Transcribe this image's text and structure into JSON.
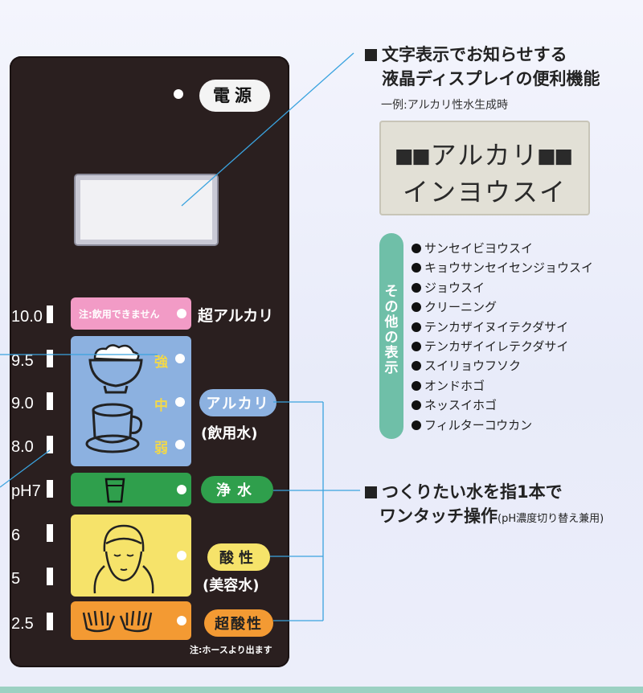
{
  "device": {
    "power_label": "電源",
    "pink_note": "注:飲用できません",
    "hose_note": "注:ホースより出ます",
    "ph_scale": [
      "10.0",
      "9.5",
      "9.0",
      "8.0",
      "pH7",
      "6",
      "5",
      "2.5"
    ],
    "levels": {
      "strong": "強",
      "medium": "中",
      "weak": "弱"
    },
    "modes": {
      "super_alkaline": "超アルカリ",
      "alkaline": "アルカリ",
      "alkaline_sub": "(飲用水)",
      "purified": "浄水",
      "acidic": "酸性",
      "acidic_sub": "(美容水)",
      "super_acidic": "超酸性"
    }
  },
  "callout_lcd": {
    "title_line1": "文字表示でお知らせする",
    "title_line2": "液晶ディスプレイの便利機能",
    "example_caption": "一例:アルカリ性水生成時",
    "lcd_line1": "■■アルカリ■■",
    "lcd_line2": "インヨウスイ",
    "other_tab": "その他の表示",
    "other_items": [
      "サンセイビヨウスイ",
      "キョウサンセイセンジョウスイ",
      "ジョウスイ",
      "クリーニング",
      "テンカザイヌイテクダサイ",
      "テンカザイイレテクダサイ",
      "スイリョウフソク",
      "オンドホゴ",
      "ネッスイホゴ",
      "フィルターコウカン"
    ]
  },
  "callout_operation": {
    "title_line1": "つくりたい水を指1本で",
    "title_line2": "ワンタッチ操作",
    "title_paren": "(pH濃度切り替え兼用)"
  },
  "colors": {
    "panel": "#2a1f1f",
    "pink": "#f29bc6",
    "blue": "#8cb1e0",
    "green": "#2f9f4c",
    "yellow": "#f6e36a",
    "orange": "#f39a33",
    "leader_line": "#3aa3df",
    "tab": "#6fbfa8"
  },
  "icons": [
    "rice-bowl-icon",
    "coffee-cup-icon",
    "glass-icon",
    "face-icon",
    "hands-icon"
  ]
}
